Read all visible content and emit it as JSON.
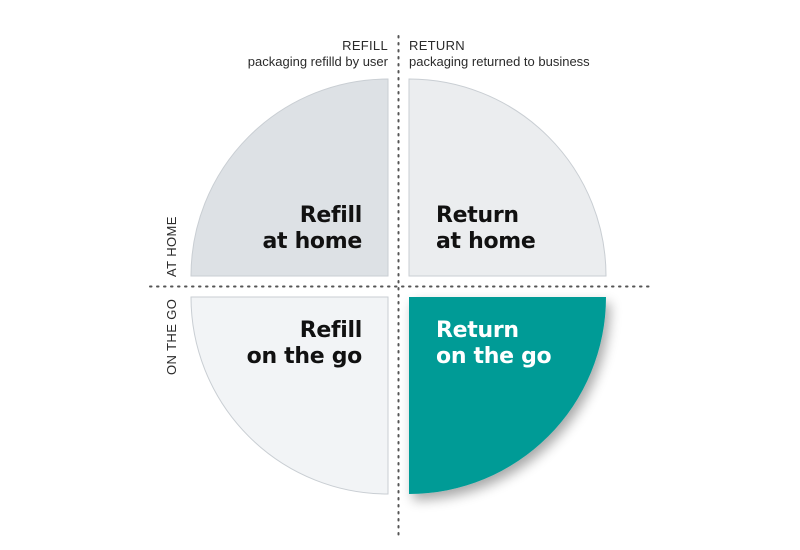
{
  "axes": {
    "refill": {
      "title": "REFILL",
      "subtitle": "packaging refilld by user"
    },
    "return": {
      "title": "RETURN",
      "subtitle": "packaging returned to business"
    },
    "at_home": "AT HOME",
    "on_the_go": "ON THE GO"
  },
  "quadrants": {
    "refill_at_home": {
      "line1": "Refill",
      "line2": "at home",
      "color": "#dde1e5"
    },
    "return_at_home": {
      "line1": "Return",
      "line2": "at home",
      "color": "#ebedef"
    },
    "refill_on_the_go": {
      "line1": "Refill",
      "line2": "on the go",
      "color": "#f2f4f6"
    },
    "return_on_the_go": {
      "line1": "Return",
      "line2": "on the go",
      "color": "#009b96"
    }
  },
  "colors": {
    "divider": "#555555",
    "quadrant_border": "#c9ced3",
    "text_dark": "#111111",
    "text_light": "#ffffff"
  }
}
